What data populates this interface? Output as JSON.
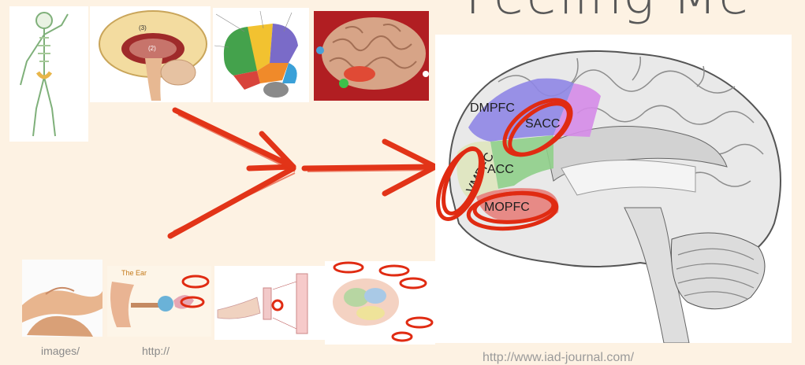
{
  "slide": {
    "title": "Feeling Me",
    "background": "#fdf2e3"
  },
  "brain_diagram": {
    "labels": {
      "dmpfc": "DMPFC",
      "sacc": "SACC",
      "vmpfc": "VMPFC",
      "acc": "ACC",
      "mopfc": "MOPFC"
    },
    "colors": {
      "dmpfc": "#8f86e6",
      "sacc": "#d58be8",
      "vmpfc": "#dfe6c0",
      "acc": "#8fcf8a",
      "mopfc": "#e77f7b",
      "scribble": "#e02b12"
    },
    "source_caption": "http://www.iad-journal.com/"
  },
  "thumbnails": {
    "top": [
      "nervous-system",
      "brain-midsagittal",
      "brain-lobes",
      "brain-lateral"
    ],
    "bottom": [
      "hands",
      "ear-anatomy",
      "muscle-tissue",
      "brain-sensory"
    ],
    "bottom_captions": [
      "images/",
      "http://"
    ]
  },
  "annotations": {
    "arrow_color": "#e23418"
  }
}
